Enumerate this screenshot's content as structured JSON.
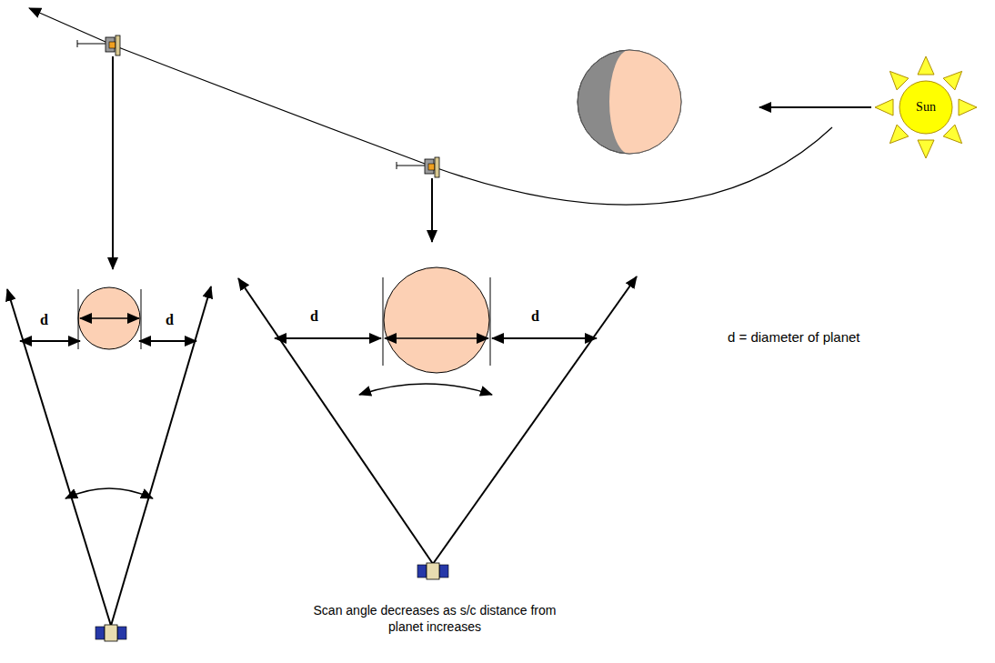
{
  "diagram": {
    "nodes": [
      {
        "text": [
          "Sun"
        ]
      }
    ],
    "labels": [
      "d",
      "d",
      "d",
      "d",
      "d = diameter of planet",
      "Scan angle decreases as s/c distance from planet increases"
    ]
  }
}
